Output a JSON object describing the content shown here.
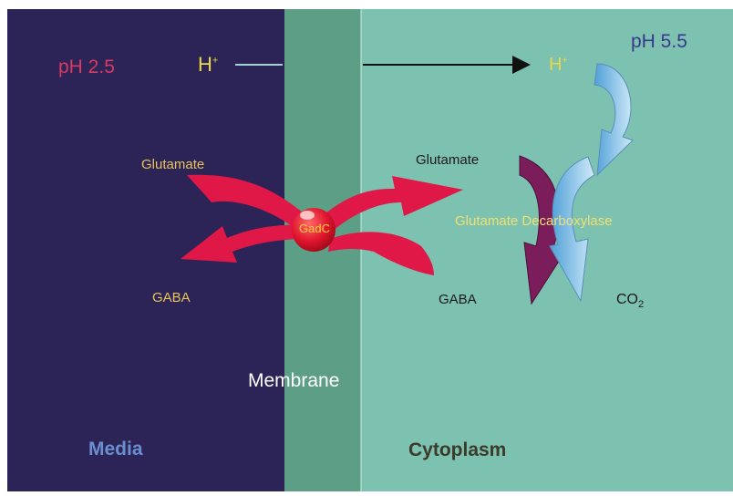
{
  "regions": {
    "media": {
      "label": "Media",
      "color": "#2c2456",
      "label_color": "#6a8fd0"
    },
    "membrane": {
      "label": "Membrane",
      "color": "#5c9f86",
      "label_color": "#ffffff"
    },
    "cytoplasm": {
      "label": "Cytoplasm",
      "color": "#7dc1b0",
      "label_color": "#3c3a2a"
    }
  },
  "ph": {
    "media": "pH 2.5",
    "cytoplasm": "pH 5.5",
    "media_color": "#d83a63",
    "cytoplasm_color": "#3a3a8c"
  },
  "proton": {
    "symbol": "H",
    "superscript": "+",
    "color": "#e8d84a"
  },
  "transporter": {
    "label": "GadC",
    "color": "#e0142c"
  },
  "labels": {
    "glutamate": "Glutamate",
    "gaba": "GABA",
    "enzyme": "Glutamate Decarboxylase",
    "co2": "CO",
    "co2_sub": "2"
  },
  "colors": {
    "media_text": "#e8c35a",
    "cyto_text": "#1a1a1a",
    "enzyme_text": "#f0e070",
    "enzyme_arrow_dark": "#7a1d5a",
    "enzyme_arrow_light": "#a8d8f0"
  }
}
